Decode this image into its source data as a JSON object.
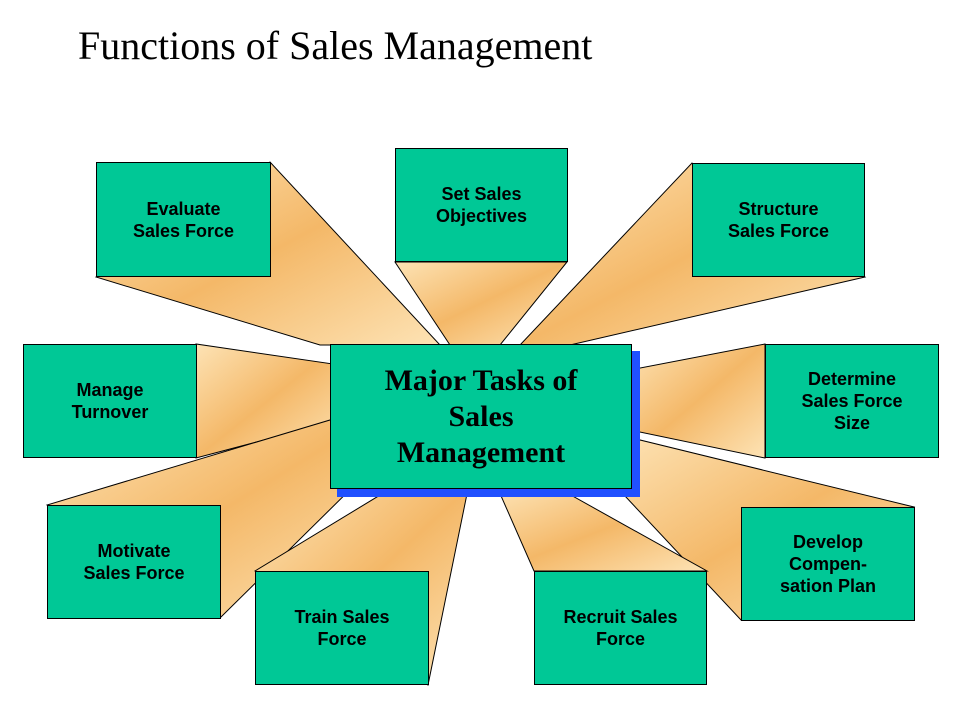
{
  "title": "Functions of Sales Management",
  "center_label": "Major Tasks of\nSales\nManagement",
  "tasks": [
    {
      "label": "Evaluate\nSales Force"
    },
    {
      "label": "Set Sales\nObjectives"
    },
    {
      "label": "Structure\nSales Force"
    },
    {
      "label": "Manage\nTurnover"
    },
    {
      "label": "Determine\nSales Force\nSize"
    },
    {
      "label": "Motivate\nSales Force"
    },
    {
      "label": "Develop\nCompen-\nsation Plan"
    },
    {
      "label": "Train Sales\nForce"
    },
    {
      "label": "Recruit Sales\nForce"
    }
  ],
  "colors": {
    "box_fill": "#00c896",
    "center_shadow": "#2050ff",
    "ray_light": "#fde3b5",
    "ray_dark": "#f4b868"
  }
}
